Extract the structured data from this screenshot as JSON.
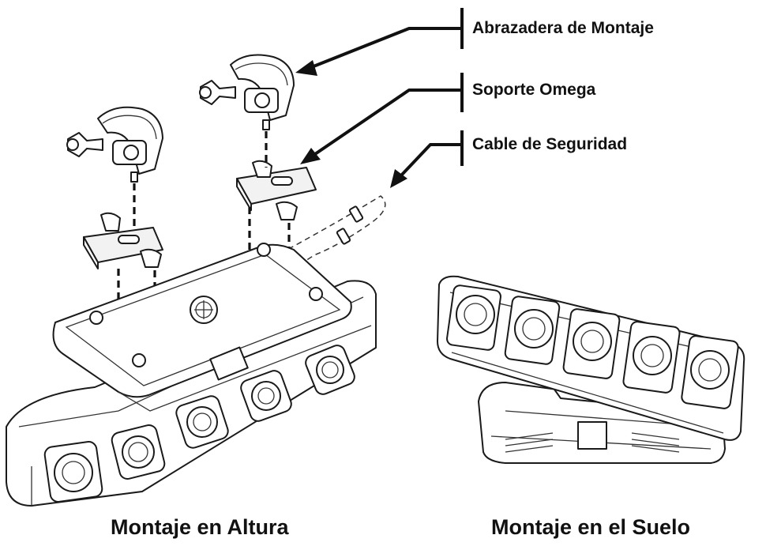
{
  "callouts": {
    "clamp": "Abrazadera de Montaje",
    "omega": "Soporte Omega",
    "safety": "Cable de Seguridad"
  },
  "captions": {
    "overhead": "Montaje en Altura",
    "floor": "Montaje en el Suelo"
  }
}
